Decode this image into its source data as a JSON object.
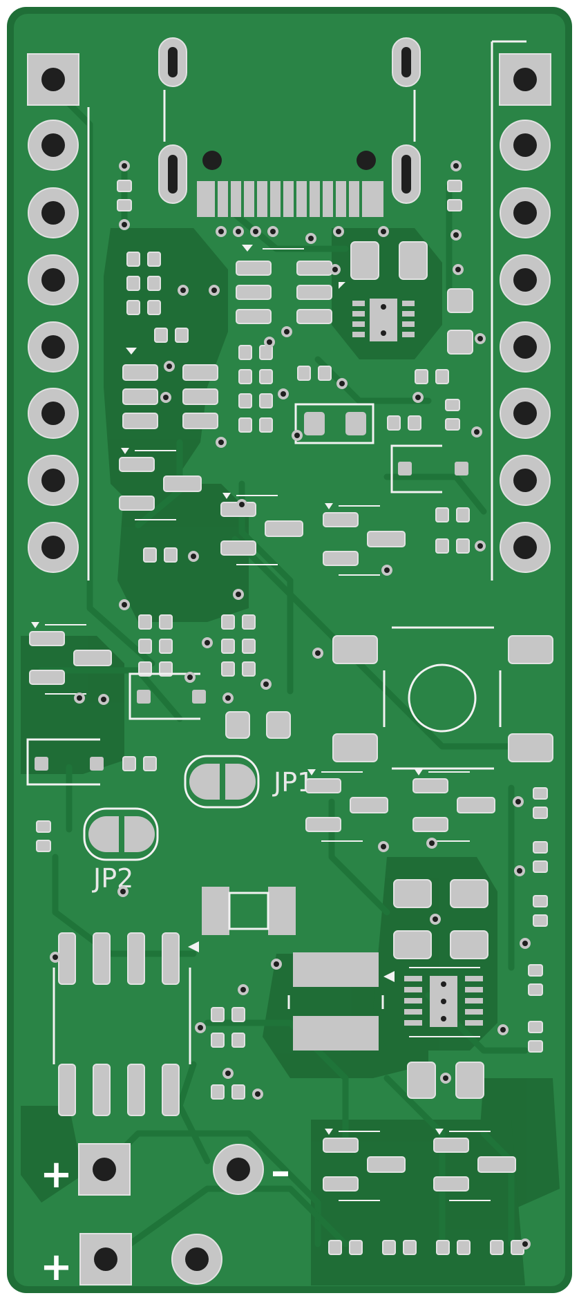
{
  "colors": {
    "board_edge": "#1f6e37",
    "board_fill": "#2a8446",
    "copper": "#1e6a34",
    "track": "#1f7439",
    "pad": "#c6c6c6",
    "pad_border": "#e2e2e2",
    "drill": "#1f1f1f",
    "silk": "#f2f2f2"
  },
  "labels": {
    "jp1": "JP1",
    "jp2": "JP2",
    "plus_top": "+",
    "minus": "–",
    "plus_bottom": "+"
  },
  "headers": {
    "left_pin_count": 8,
    "right_pin_count": 8
  }
}
